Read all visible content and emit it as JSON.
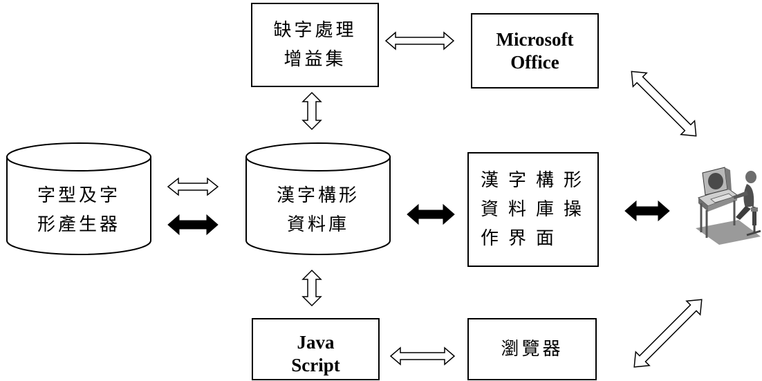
{
  "nodes": {
    "addin": {
      "lines": [
        "缺字處理",
        "增益集"
      ]
    },
    "office": {
      "lines": [
        "Microsoft",
        "Office"
      ]
    },
    "font_generator": {
      "lines": [
        "字型及字",
        "形產生器"
      ]
    },
    "database": {
      "lines": [
        "漢字構形",
        "資料庫"
      ]
    },
    "ui": {
      "lines": [
        "漢字構形",
        "資料庫操",
        "作界面"
      ]
    },
    "javascript": {
      "lines": [
        "Java",
        "Script"
      ]
    },
    "browser": {
      "lines": [
        "瀏覽器"
      ]
    }
  },
  "user_figure": {
    "icon": "computer-user-icon"
  },
  "colors": {
    "stroke": "#000000",
    "background": "#ffffff"
  }
}
